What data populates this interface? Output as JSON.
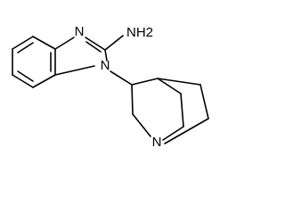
{
  "molecule": {
    "atom_labels": {
      "n3": "N",
      "nh2": "NH2",
      "n1": "N",
      "n_bridge": "N"
    },
    "colors": {
      "bond": "#000000",
      "background": "#ffffff"
    }
  }
}
